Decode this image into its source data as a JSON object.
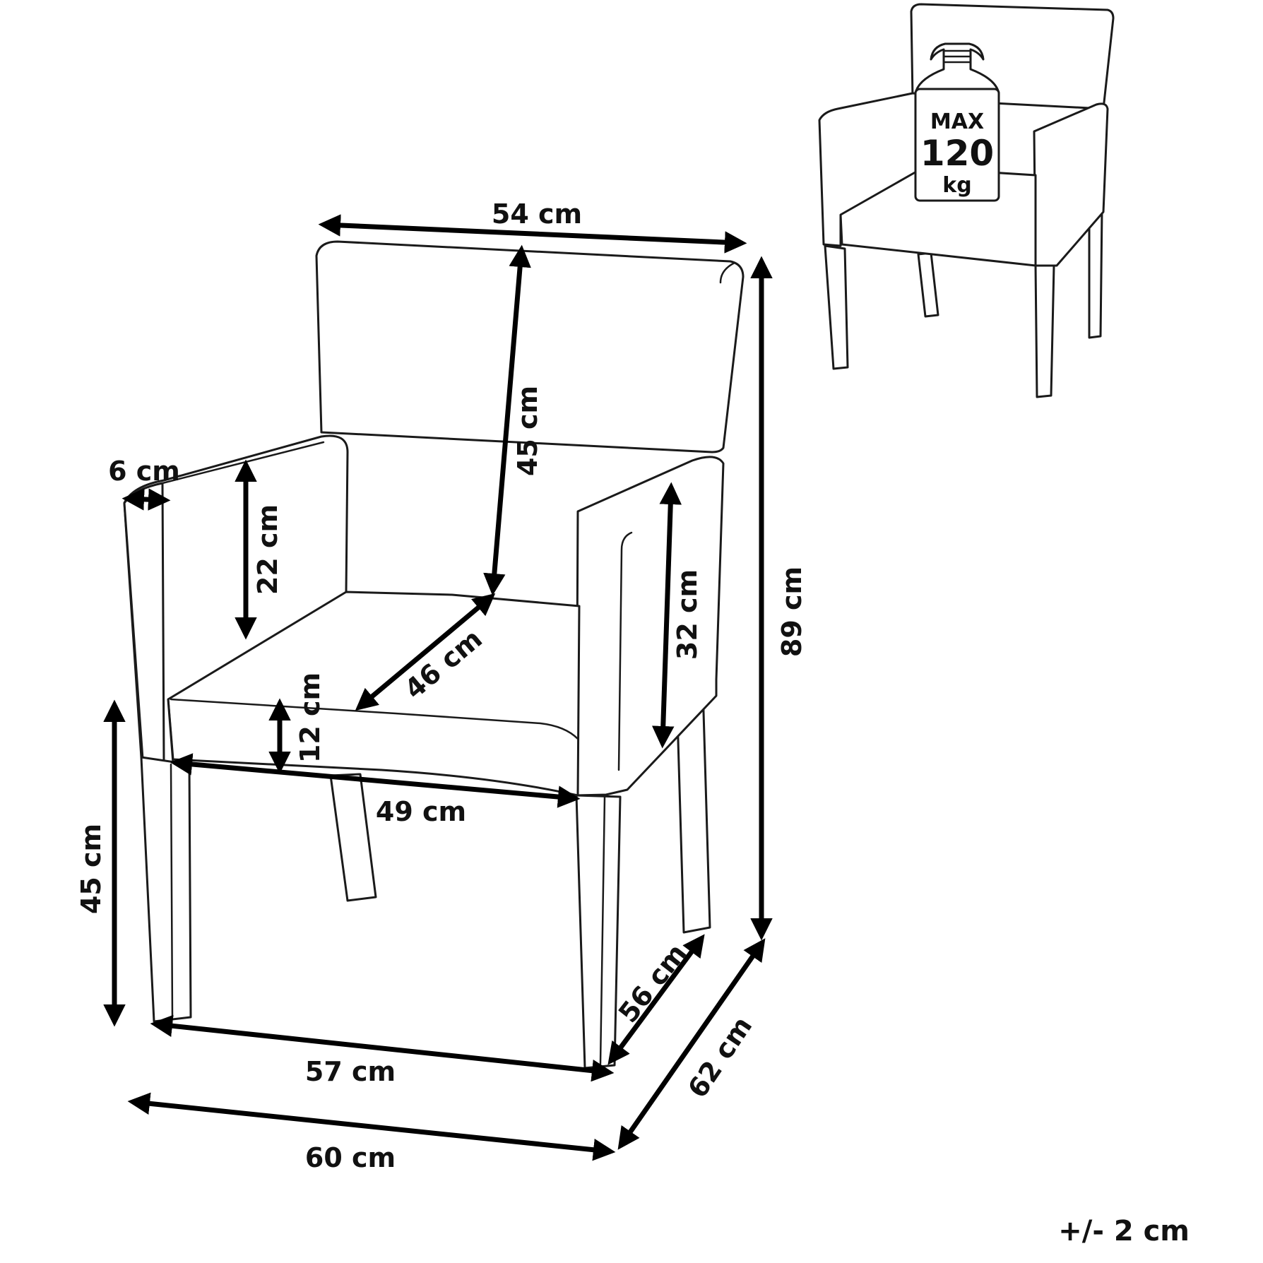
{
  "dimensions": {
    "backrest_width": "54 cm",
    "backrest_height": "45 cm",
    "armrest_thickness": "6 cm",
    "armrest_height_left": "22 cm",
    "armrest_height_right": "32 cm",
    "total_height": "89 cm",
    "seat_depth": "46 cm",
    "seat_thickness": "12 cm",
    "seat_width": "49 cm",
    "seat_height": "45 cm",
    "leg_depth": "56 cm",
    "leg_width": "57 cm",
    "total_depth": "62 cm",
    "total_width": "60 cm"
  },
  "max_load": {
    "label": "MAX",
    "value": "120",
    "unit": "kg"
  },
  "tolerance": "+/- 2 cm",
  "colors": {
    "line": "#1a1a1a",
    "background": "#ffffff"
  }
}
